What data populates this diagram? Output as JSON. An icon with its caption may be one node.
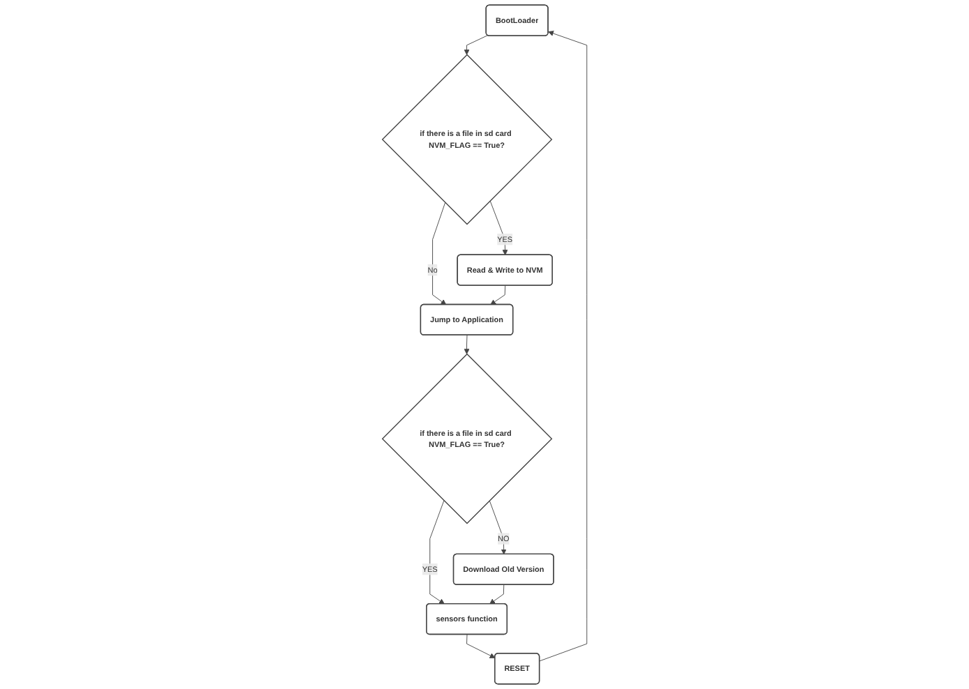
{
  "diagram": {
    "nodes": [
      {
        "text": [
          "BootLoader"
        ]
      },
      {
        "text": [
          "if there is a file in sd card NVM_FLAG == True?"
        ]
      },
      {
        "text": [
          "Read & Write to NVM"
        ]
      },
      {
        "text": [
          "Jump to Application"
        ]
      },
      {
        "text": [
          "if there is a file in sd card NVM_FLAG == True?"
        ]
      },
      {
        "text": [
          "Download Old Version"
        ]
      },
      {
        "text": [
          "sensors function"
        ]
      },
      {
        "text": [
          "RESET"
        ]
      }
    ],
    "edges": [
      {
        "from": 0,
        "to": 1,
        "arrow": "to"
      },
      {
        "from": 1,
        "to": 2,
        "arrow": "to",
        "label": "YES"
      },
      {
        "from": 1,
        "to": 3,
        "arrow": "to",
        "label": "No"
      },
      {
        "from": 2,
        "to": 3,
        "arrow": "to"
      },
      {
        "from": 3,
        "to": 4,
        "arrow": "to"
      },
      {
        "from": 4,
        "to": 5,
        "arrow": "to",
        "label": "NO"
      },
      {
        "from": 4,
        "to": 6,
        "arrow": "to",
        "label": "YES"
      },
      {
        "from": 5,
        "to": 6,
        "arrow": "to"
      },
      {
        "from": 6,
        "to": 7,
        "arrow": "to"
      },
      {
        "from": 7,
        "to": 0,
        "arrow": "to"
      }
    ]
  }
}
